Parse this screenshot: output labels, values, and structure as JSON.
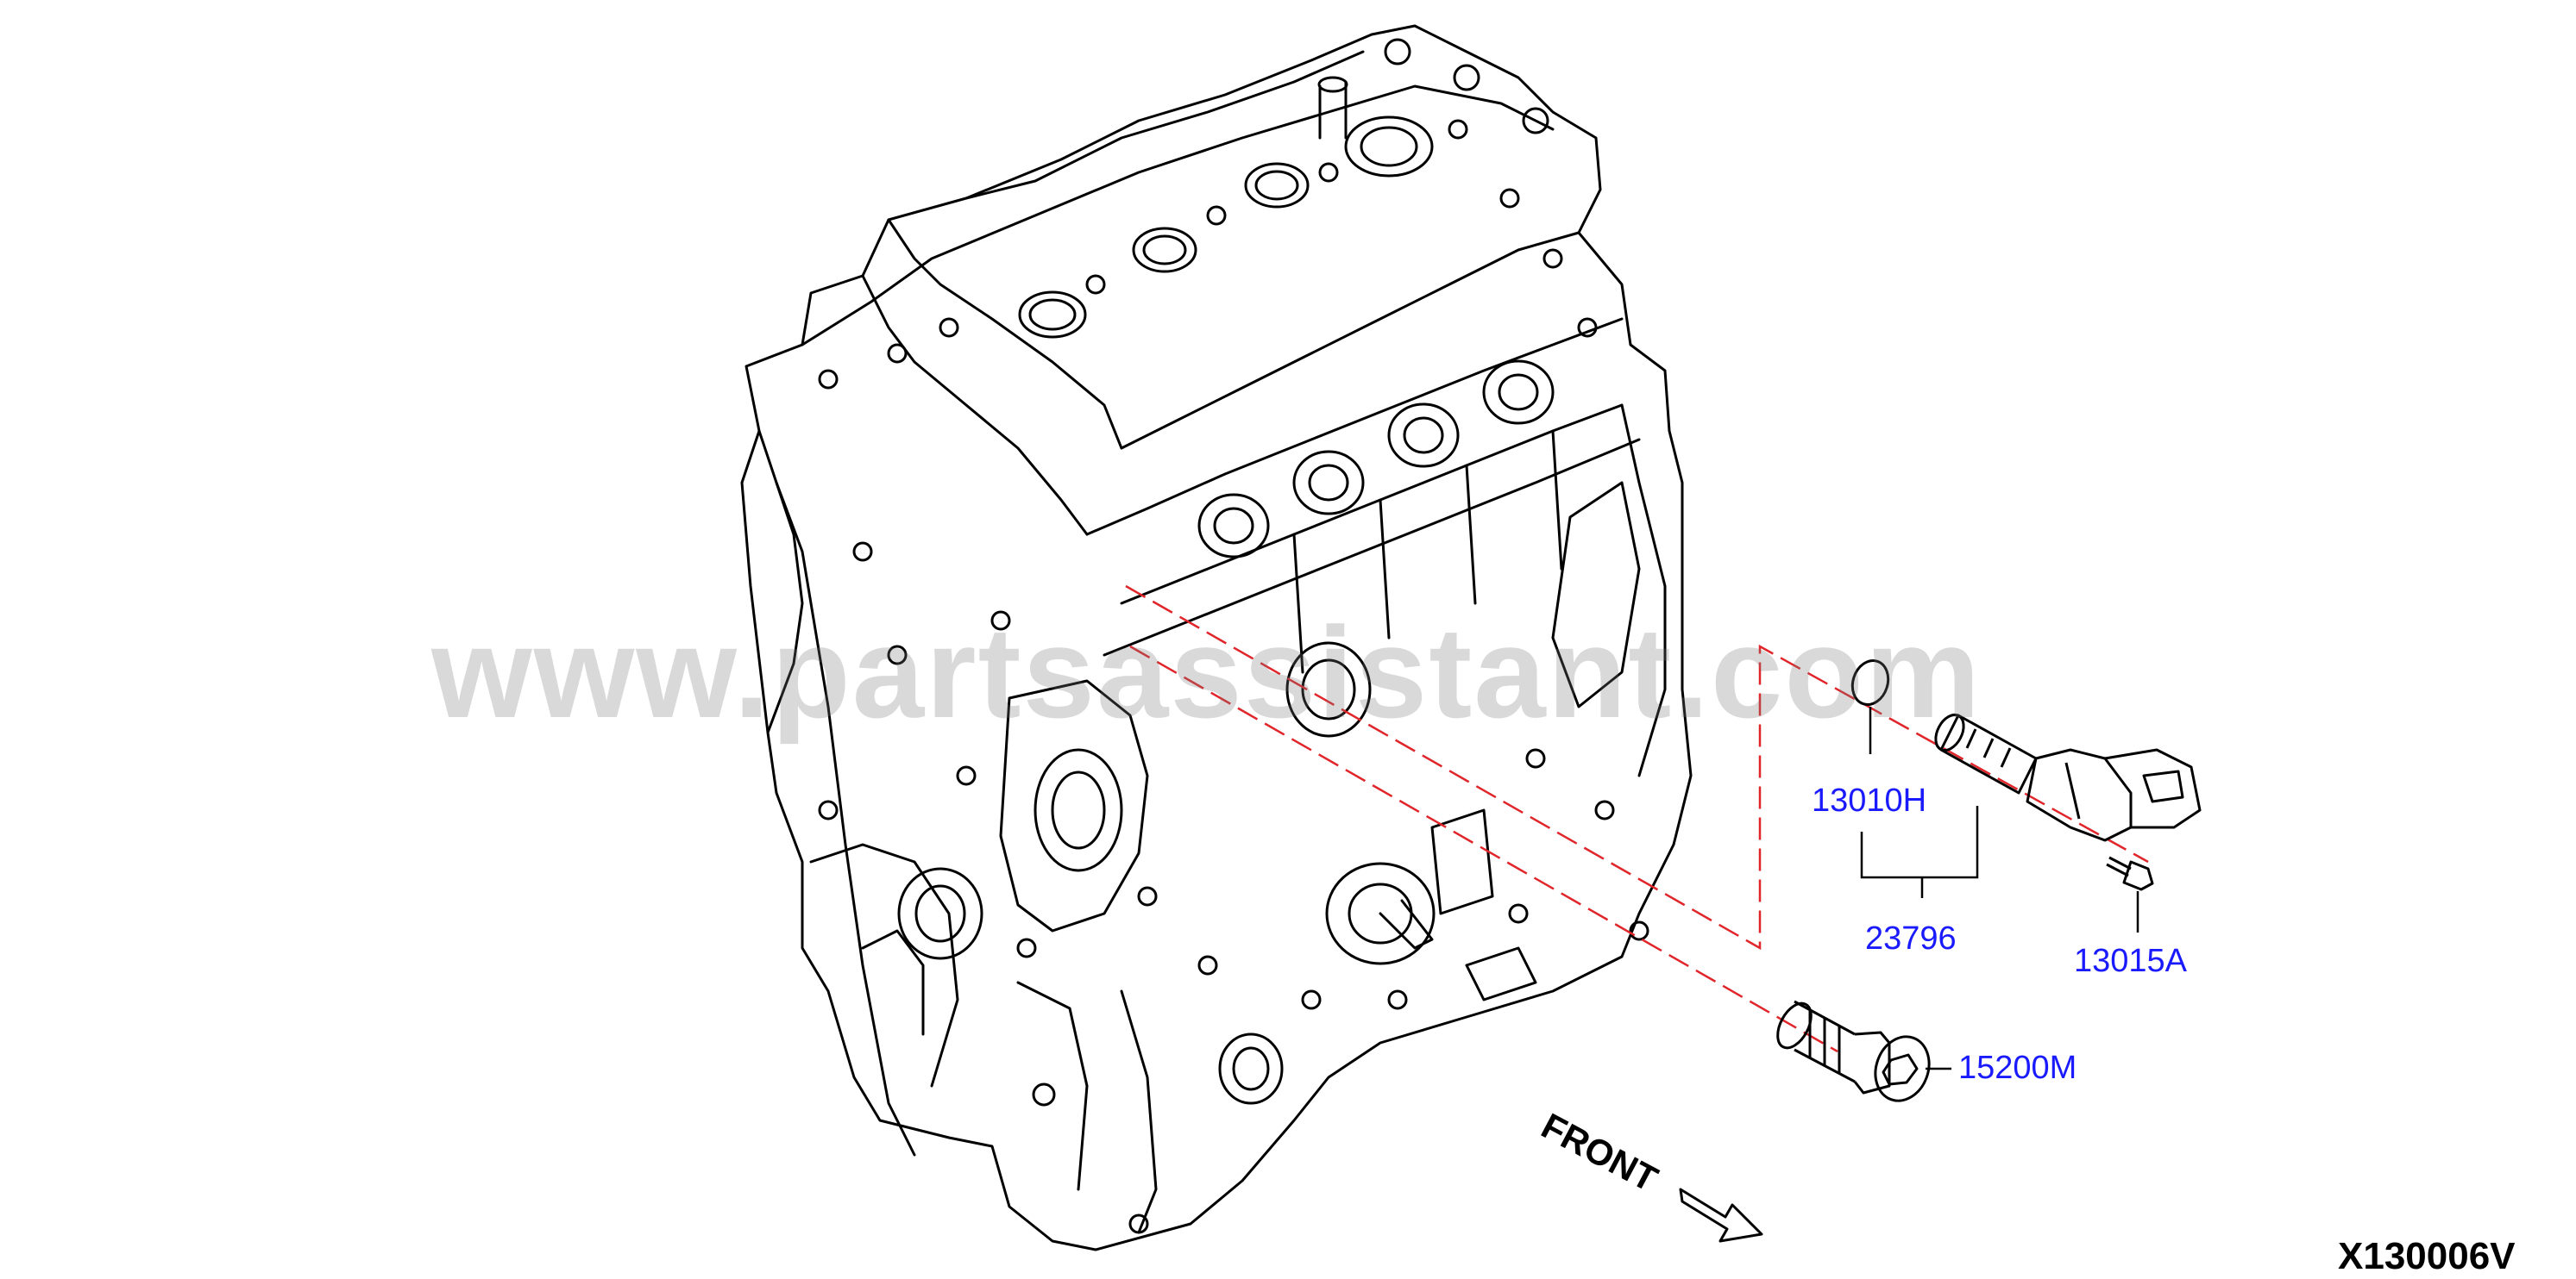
{
  "diagram": {
    "watermark": "www.partsassistant.com",
    "diagram_code": "X130006V",
    "direction_label": "FRONT",
    "colors": {
      "line": "#000000",
      "callout_text": "#1a1aff",
      "leader_dash": "#e0262b",
      "watermark": "#9a9a9a"
    },
    "callouts": [
      {
        "id": "oring",
        "part_number": "13010H"
      },
      {
        "id": "assembly",
        "part_number": "23796"
      },
      {
        "id": "bolt",
        "part_number": "13015A"
      },
      {
        "id": "screen",
        "part_number": "15200M"
      }
    ]
  }
}
